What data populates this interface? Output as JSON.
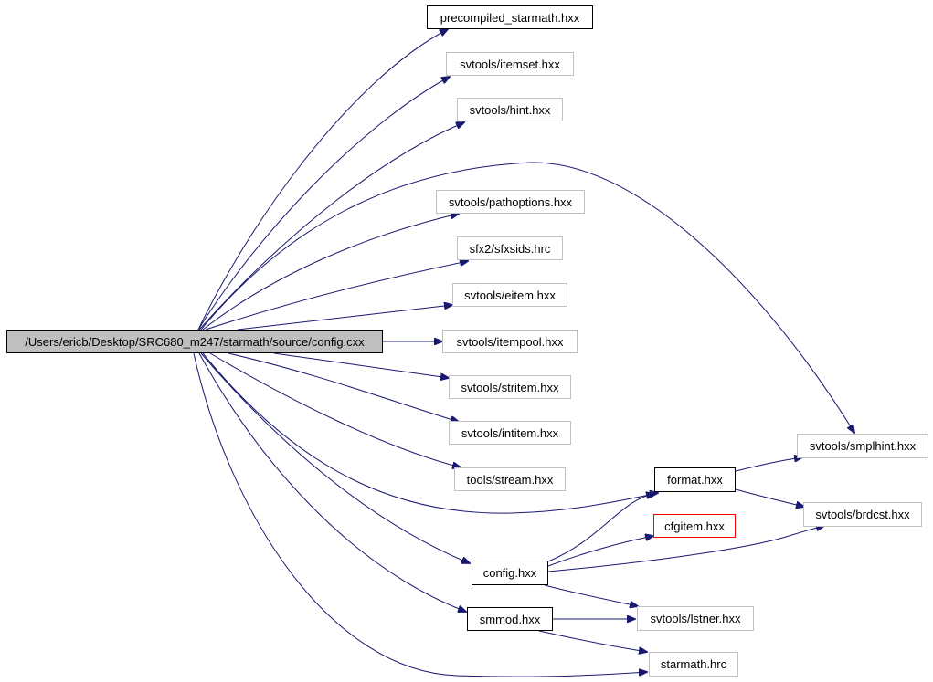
{
  "colors": {
    "edge": "#191970",
    "root_fill": "#bfbfbf",
    "solid_border": "#000000",
    "grey_border": "#c0c0c0",
    "red_border": "#ff0000"
  },
  "nodes": {
    "root": "/Users/ericb/Desktop/SRC680_m247/starmath/source/config.cxx",
    "precompiled": "precompiled_starmath.hxx",
    "itemset": "svtools/itemset.hxx",
    "hint": "svtools/hint.hxx",
    "pathoptions": "svtools/pathoptions.hxx",
    "sfxsids": "sfx2/sfxsids.hrc",
    "eitem": "svtools/eitem.hxx",
    "itempool": "svtools/itempool.hxx",
    "stritem": "svtools/stritem.hxx",
    "intitem": "svtools/intitem.hxx",
    "stream": "tools/stream.hxx",
    "format": "format.hxx",
    "cfgitem": "cfgitem.hxx",
    "config": "config.hxx",
    "smmod": "smmod.hxx",
    "smplhint": "svtools/smplhint.hxx",
    "brdcst": "svtools/brdcst.hxx",
    "lstner": "svtools/lstner.hxx",
    "starmath_hrc": "starmath.hrc"
  },
  "edges": [
    [
      "root",
      "precompiled"
    ],
    [
      "root",
      "itemset"
    ],
    [
      "root",
      "hint"
    ],
    [
      "root",
      "smplhint"
    ],
    [
      "root",
      "pathoptions"
    ],
    [
      "root",
      "sfxsids"
    ],
    [
      "root",
      "eitem"
    ],
    [
      "root",
      "itempool"
    ],
    [
      "root",
      "stritem"
    ],
    [
      "root",
      "intitem"
    ],
    [
      "root",
      "stream"
    ],
    [
      "root",
      "format"
    ],
    [
      "root",
      "config"
    ],
    [
      "root",
      "smmod"
    ],
    [
      "root",
      "starmath_hrc"
    ],
    [
      "format",
      "smplhint"
    ],
    [
      "format",
      "brdcst"
    ],
    [
      "config",
      "format"
    ],
    [
      "config",
      "cfgitem"
    ],
    [
      "config",
      "brdcst"
    ],
    [
      "config",
      "lstner"
    ],
    [
      "smmod",
      "lstner"
    ],
    [
      "smmod",
      "starmath_hrc"
    ]
  ]
}
